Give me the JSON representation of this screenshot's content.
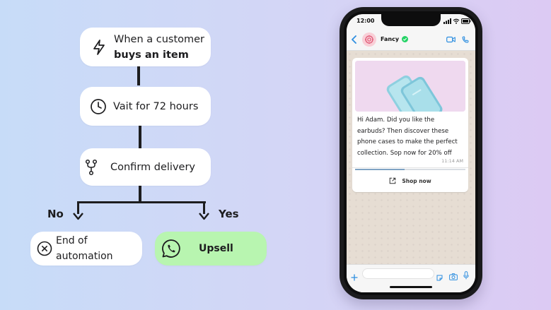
{
  "flow": {
    "trigger": {
      "line1": "When a customer",
      "line2": "buys an item",
      "icon": "lightning-icon"
    },
    "wait": {
      "label": "Vait for 72 hours",
      "icon": "clock-icon"
    },
    "confirm": {
      "label": "Confirm delivery",
      "icon": "branch-icon"
    },
    "branch_no": "No",
    "branch_yes": "Yes",
    "end": {
      "label": "End of automation",
      "icon": "close-circle-icon"
    },
    "upsell": {
      "label": "Upsell",
      "icon": "whatsapp-icon",
      "color": "#b8f5b0"
    }
  },
  "phone": {
    "status_time": "12:00",
    "contact_name": "Fancy",
    "message": "Hi Adam. Did you like the earbuds? Then discover these phone cases to make the perfect collection. Sop now for 20% off",
    "message_time": "11:14 AM",
    "button_label": "Shop now",
    "progress": 0.45,
    "accent": "#2f8fe0",
    "verified_color": "#25d366"
  }
}
